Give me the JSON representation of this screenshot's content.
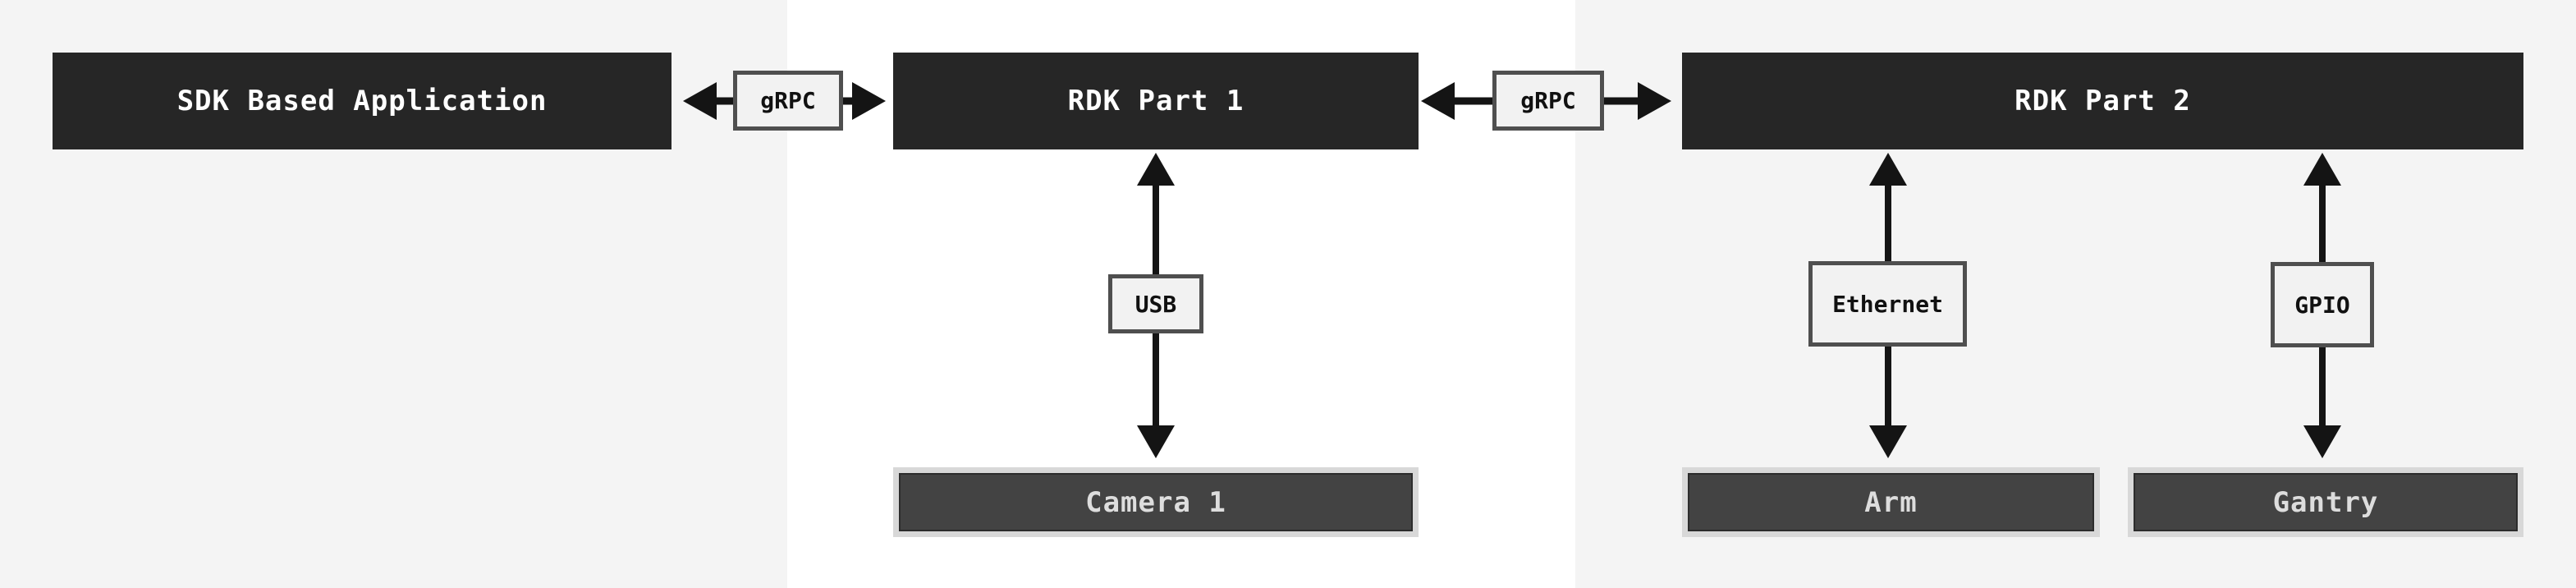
{
  "colors": {
    "panel-gray": "#f4f4f4",
    "panel-white": "#ffffff",
    "node-dark": "#262626",
    "node-text": "#ffffff",
    "label-bg": "#f2f2f2",
    "label-border": "#4f4f4f",
    "label-text": "#111111",
    "device-frame": "#d8d8d8",
    "device-fill": "#434343",
    "device-text": "#dddddd",
    "arrow": "#141414"
  },
  "nodes": {
    "sdk_app": {
      "label": "SDK Based Application"
    },
    "rdk_part1": {
      "label": "RDK Part 1"
    },
    "rdk_part2": {
      "label": "RDK Part 2"
    }
  },
  "devices": {
    "camera": {
      "label": "Camera 1"
    },
    "arm": {
      "label": "Arm"
    },
    "gantry": {
      "label": "Gantry"
    }
  },
  "connectors": {
    "grpc_left": {
      "label": "gRPC"
    },
    "grpc_right": {
      "label": "gRPC"
    },
    "usb": {
      "label": "USB"
    },
    "ethernet": {
      "label": "Ethernet"
    },
    "gpio": {
      "label": "GPIO"
    }
  }
}
